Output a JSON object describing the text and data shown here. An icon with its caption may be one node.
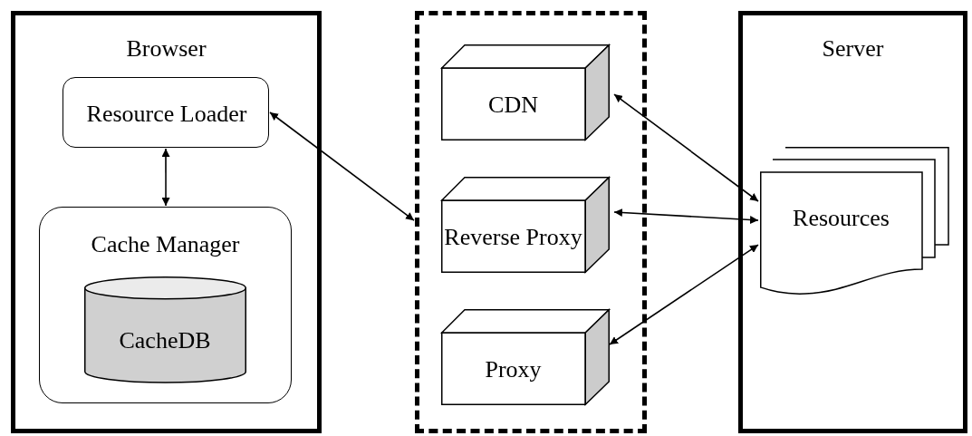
{
  "diagram": {
    "nodes": [
      {
        "text": [
          "Browser"
        ]
      },
      {
        "text": [
          "Resource Loader"
        ],
        "in": 0
      },
      {
        "text": [
          "Cache Manager"
        ],
        "in": 0
      },
      {
        "text": [
          "CacheDB"
        ],
        "in": 2
      },
      {
        "text": [],
        "shape": "box"
      },
      {
        "text": [
          "CDN"
        ],
        "in": 4
      },
      {
        "text": [
          "Reverse Proxy"
        ],
        "in": 4
      },
      {
        "text": [
          "Proxy"
        ],
        "in": 4
      },
      {
        "text": [
          "Server"
        ]
      },
      {
        "text": [
          "Resources"
        ],
        "in": 8
      }
    ],
    "edges": [
      {
        "from": 1,
        "to": 2,
        "arrow": "both"
      },
      {
        "from": 1,
        "to": 4,
        "arrow": "both"
      },
      {
        "from": 5,
        "to": 9,
        "arrow": "both"
      },
      {
        "from": 6,
        "to": 9,
        "arrow": "both"
      },
      {
        "from": 7,
        "to": 9,
        "arrow": "both"
      }
    ]
  }
}
